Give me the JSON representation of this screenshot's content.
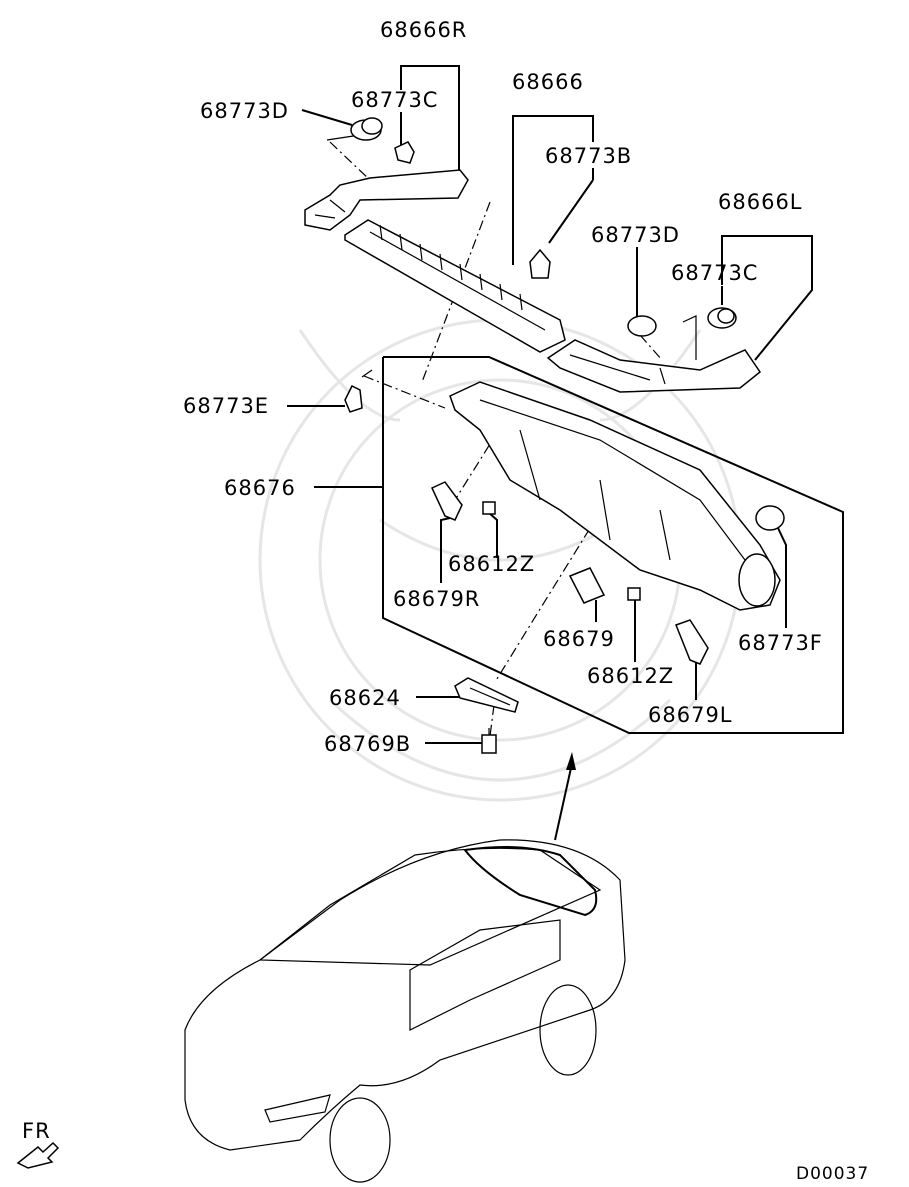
{
  "diagram": {
    "labels": {
      "l_68666R": "68666R",
      "l_68773D_top": "68773D",
      "l_68773C_top": "68773C",
      "l_68666": "68666",
      "l_68773B": "68773B",
      "l_68666L": "68666L",
      "l_68773D_right": "68773D",
      "l_68773C_right": "68773C",
      "l_68773E": "68773E",
      "l_68676": "68676",
      "l_68612Z_left": "68612Z",
      "l_68679R": "68679R",
      "l_68679": "68679",
      "l_68612Z_right": "68612Z",
      "l_68773F": "68773F",
      "l_68679L": "68679L",
      "l_68624": "68624",
      "l_68769B": "68769B"
    },
    "direction_label": "FR",
    "diagram_code": "D00037"
  }
}
